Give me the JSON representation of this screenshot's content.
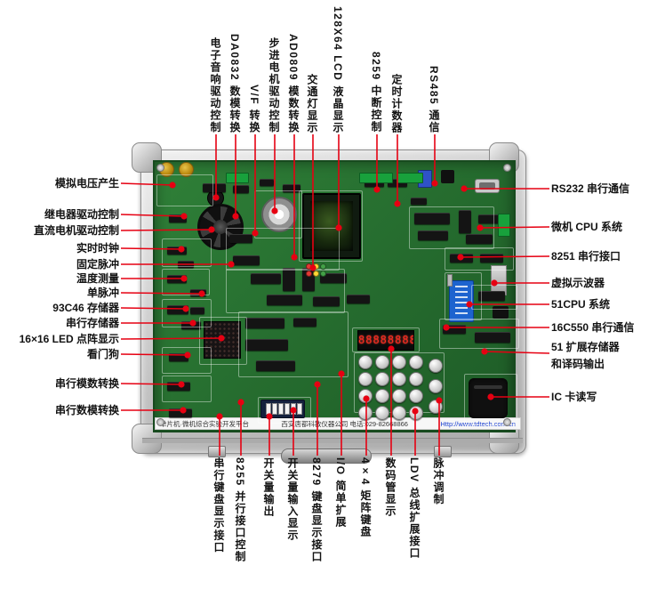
{
  "callouts": {
    "top": [
      "电子音响驱动控制",
      "DA0832 数模转换",
      "V/F 转换",
      "步进电机驱动控制",
      "AD0809 模数转换",
      "交通灯显示",
      "128X64 LCD 液晶显示",
      "8259 中断控制",
      "定时计数器",
      "RS485 通信"
    ],
    "left": [
      "模拟电压产生",
      "继电器驱动控制",
      "直流电机驱动控制",
      "实时时钟",
      "固定脉冲",
      "温度测量",
      "单脉冲",
      "93C46 存储器",
      "串行存储器",
      "16×16 LED 点阵显示",
      "看门狗",
      "串行模数转换",
      "串行数模转换"
    ],
    "right": [
      "RS232 串行通信",
      "微机 CPU 系统",
      "8251 串行接口",
      "虚拟示波器",
      "51CPU 系统",
      "16C550 串行通信",
      [
        "51 扩展存储器",
        "和译码输出"
      ],
      "IC 卡读写"
    ],
    "bottom": [
      "串行键盘显示接口",
      "8255 并行接口控制",
      "开关量输出",
      "开关量输入显示",
      "8279 键盘显示接口",
      "I/O 简单扩展",
      "4×4 矩阵键盘",
      "数码管显示",
      "LDV 总线扩展接口",
      "脉冲调制"
    ]
  },
  "board": {
    "display_digits": "88888888",
    "strip_left": "单片机·微机综合实验开发平台",
    "strip_center": "西安唐都科教仪器公司 电话:029-82668866",
    "strip_right": "Http://www.tdtech.com.cn"
  },
  "colors": {
    "leader": "#e60012",
    "pcb_green": "#2e7d32",
    "case_silver": "#c9c9c9"
  }
}
